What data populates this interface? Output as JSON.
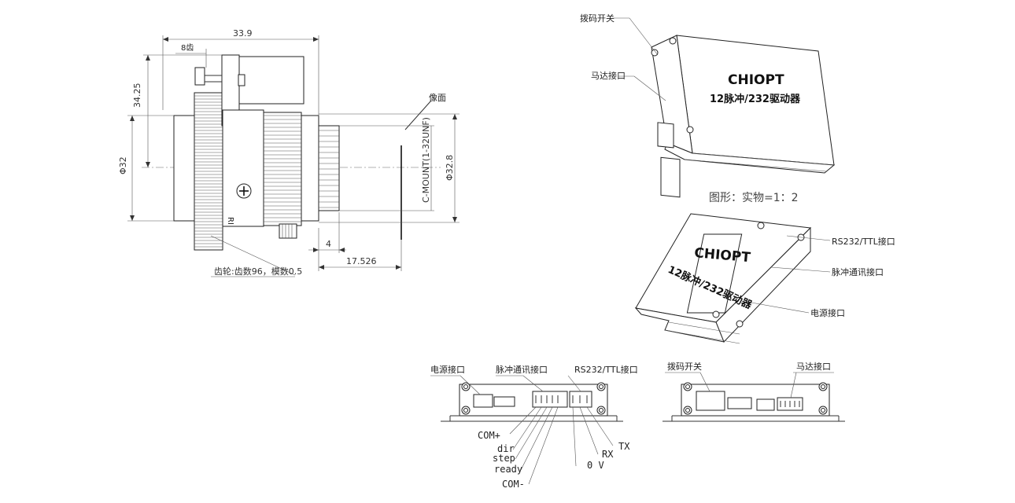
{
  "lens_drawing": {
    "dim_total_length": "33.9",
    "dim_gear_offset": "8齿",
    "dim_height": "34.25",
    "dim_diameter_left": "Φ32",
    "dim_diameter_right": "Φ32.8",
    "mount_label": "C-MOUNT(1-32UNF)",
    "image_plane_label": "像面",
    "dim_flange": "4",
    "dim_back_focus": "17.526",
    "gear_note": "齿轮:齿数96，模数0.5"
  },
  "driver_iso_top": {
    "dip_switch_label": "拨码开关",
    "motor_port_label": "马达接口",
    "brand": "CHIOPT",
    "model": "12脉冲/232驱动器"
  },
  "scale_note": "图形：实物=1：2",
  "driver_iso_bottom": {
    "brand": "CHIOPT",
    "model": "12脉冲/232驱动器",
    "rs232_label": "RS232/TTL接口",
    "pulse_label": "脉冲通讯接口",
    "power_label": "电源接口"
  },
  "front_view": {
    "power_label": "电源接口",
    "pulse_label": "脉冲通讯接口",
    "rs232_label": "RS232/TTL接口",
    "pins": {
      "com_plus": "COM+",
      "dir": "dir",
      "step": "step",
      "ready": "ready",
      "com_minus": "COM-",
      "zero_v": "0 V",
      "rx": "RX",
      "tx": "TX"
    }
  },
  "rear_view": {
    "dip_switch_label": "拨码开关",
    "motor_port_label": "马达接口"
  }
}
